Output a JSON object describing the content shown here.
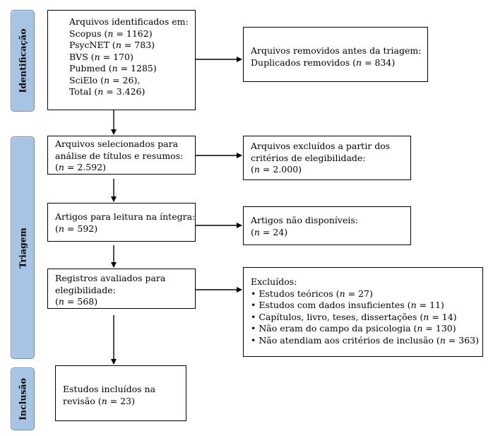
{
  "phases": {
    "identificacao": "Identificação",
    "triagem": "Triagem",
    "inclusao": "Inclusão"
  },
  "boxes": {
    "identified": {
      "title": "Arquivos identificados em:",
      "lines": [
        {
          "pre": "Scopus (",
          "n": "n",
          "post": " = 1162)"
        },
        {
          "pre": "PsycNET (",
          "n": "n",
          "post": " = 783)"
        },
        {
          "pre": "BVS (",
          "n": "n",
          "post": " = 170)"
        },
        {
          "pre": "Pubmed (",
          "n": "n",
          "post": " = 1285)"
        },
        {
          "pre": "SciElo (",
          "n": "n",
          "post": " = 26),"
        },
        {
          "pre": "Total (",
          "n": "n",
          "post": " = 3.426)"
        }
      ]
    },
    "removed": {
      "title": "Arquivos removidos antes da triagem:",
      "line": {
        "pre": "Duplicados removidos (",
        "n": "n",
        "post": " = 834)"
      }
    },
    "selected": {
      "title1": "Arquivos selecionados para",
      "title2": "análise de títulos e resumos:",
      "line": {
        "pre": "(",
        "n": "n",
        "post": " = 2.592)"
      }
    },
    "excluded_criteria": {
      "title1": "Arquivos excluídos a partir dos",
      "title2": "critérios de elegibilidade:",
      "line": {
        "pre": "(",
        "n": "n",
        "post": " = 2.000)"
      }
    },
    "full_text": {
      "title": "Artigos para leitura na íntegra:",
      "line": {
        "pre": "(",
        "n": "n",
        "post": " = 592)"
      }
    },
    "not_available": {
      "title": "Artigos não disponíveis:",
      "line": {
        "pre": "(",
        "n": "n",
        "post": " = 24)"
      }
    },
    "eligibility": {
      "title1": "Registros avaliados para",
      "title2": "elegibilidade:",
      "line": {
        "pre": "(",
        "n": "n",
        "post": " = 568)"
      }
    },
    "excluded": {
      "title": "Excluídos:",
      "items": [
        {
          "pre": "• Estudos teóricos (",
          "n": "n",
          "post": " = 27)"
        },
        {
          "pre": "• Estudos com dados insuficientes (",
          "n": "n",
          "post": " = 11)"
        },
        {
          "pre": "• Capítulos, livro, teses, dissertações (",
          "n": "n",
          "post": " = 14)"
        },
        {
          "pre": "• Não eram do campo da psicologia (",
          "n": "n",
          "post": " = 130)"
        },
        {
          "pre": "• Não atendiam aos critérios de inclusão (",
          "n": "n",
          "post": " = 363)"
        }
      ]
    },
    "included": {
      "title": "Estudos incluídos na",
      "line": {
        "pre": "revisão (",
        "n": "n",
        "post": " = 23)"
      }
    }
  }
}
